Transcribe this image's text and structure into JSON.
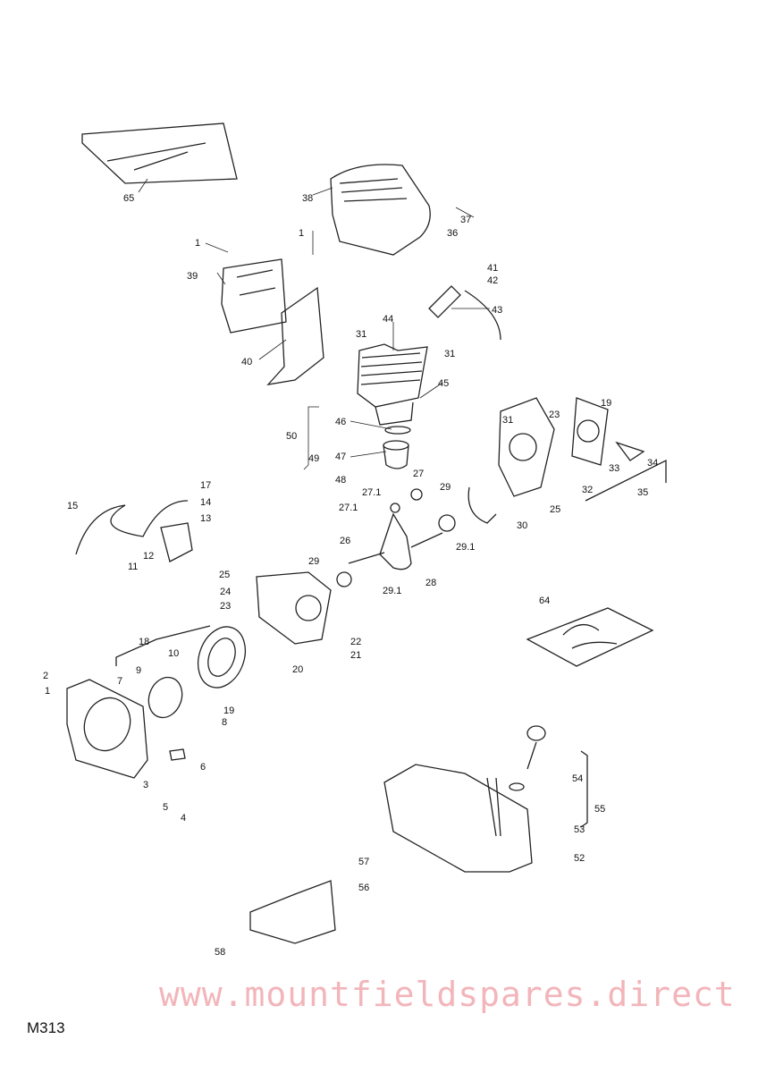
{
  "diagram_code": "M313",
  "watermark": "www.mountfieldspares.direct",
  "labels": [
    "65",
    "38",
    "37",
    "36",
    "1",
    "1",
    "39",
    "41",
    "42",
    "43",
    "44",
    "31",
    "31",
    "45",
    "40",
    "50",
    "46",
    "49",
    "47",
    "48",
    "27",
    "27.1",
    "27.1",
    "29",
    "30",
    "26",
    "29.1",
    "29",
    "29.1",
    "28",
    "31",
    "23",
    "19",
    "33",
    "34",
    "32",
    "35",
    "25",
    "15",
    "17",
    "14",
    "13",
    "12",
    "11",
    "25",
    "24",
    "23",
    "18",
    "10",
    "9",
    "7",
    "2",
    "1",
    "22",
    "21",
    "20",
    "19",
    "8",
    "6",
    "3",
    "5",
    "4",
    "64",
    "54",
    "55",
    "53",
    "52",
    "57",
    "56",
    "58"
  ]
}
